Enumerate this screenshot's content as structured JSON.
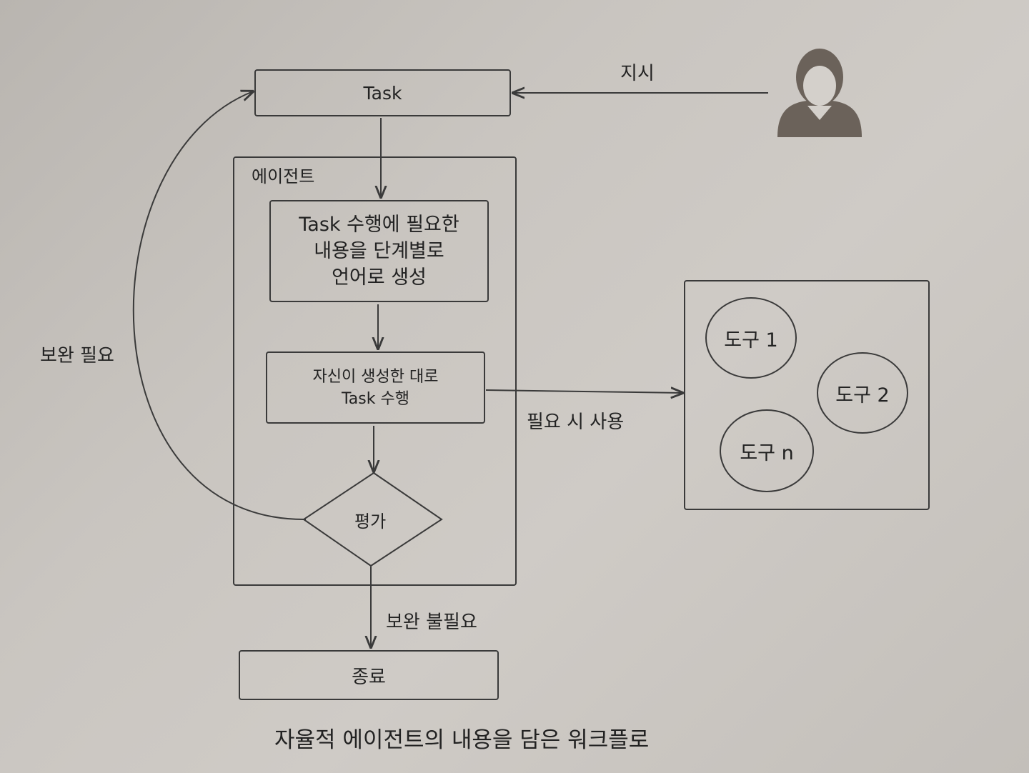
{
  "diagram": {
    "task": "Task",
    "instruction": "지시",
    "agent_label": "에이전트",
    "step1": [
      "Task 수행에 필요한",
      "내용을 단계별로",
      "언어로 생성"
    ],
    "step2": [
      "자신이 생성한 대로",
      "Task 수행"
    ],
    "evaluate": "평가",
    "needs_improvement": "보완 필요",
    "no_improvement": "보완 불필요",
    "end": "종료",
    "use_when_needed": "필요 시 사용",
    "tools": [
      "도구 1",
      "도구 2",
      "도구 n"
    ],
    "caption": "자율적 에이전트의 내용을 담은 워크플로"
  },
  "colors": {
    "line": "#3a3a3a",
    "user_icon": "#6b625a"
  }
}
